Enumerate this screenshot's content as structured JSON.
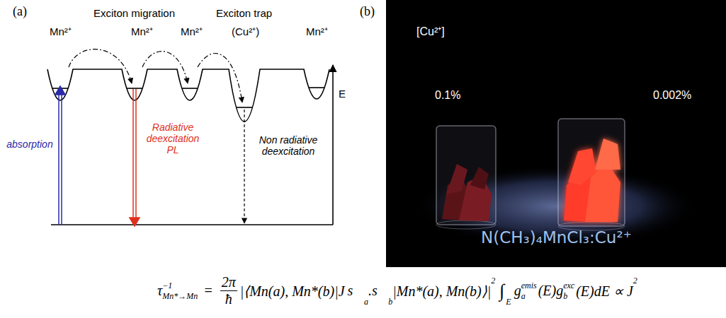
{
  "diagram": {
    "labels": [
      "(a)",
      "Exciton migration",
      "Exciton trap",
      "Mn²⁺",
      "Mn²⁺",
      "Mn²⁺",
      "(Cu²⁺)",
      "Mn²⁺",
      "E",
      "absorption",
      "Radiative deexcitation PL",
      "Non radiative deexcitation",
      "(b)",
      "[Cu²⁺]",
      "0.1%",
      "0.002%",
      "N(CH₃)₄MnCl₃:Cu²⁺",
      "τ",
      "−1",
      "Mn*→Mn",
      "=",
      "2π",
      "ħ",
      "|⟨Mn(a), Mn*(b)|J",
      "s⃗",
      "a",
      ".",
      "s⃗",
      "b",
      "|Mn*(a), Mn(b)⟩|",
      "2",
      "∫",
      "E",
      "g",
      "emis",
      "a",
      "(E)g",
      "exc",
      "b",
      "(E)dE ∝ J",
      "2"
    ]
  }
}
